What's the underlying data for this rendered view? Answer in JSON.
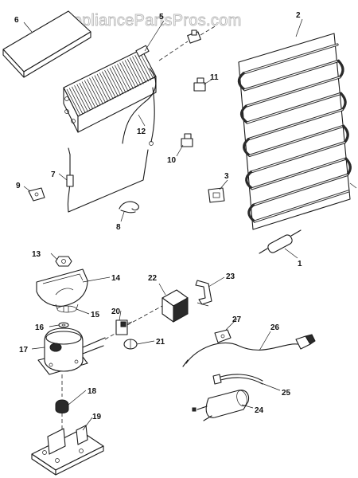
{
  "watermark": "AppliancePartsPros.com",
  "colors": {
    "line": "#1a1a1a",
    "watermark": "#b8b8b8",
    "background": "#ffffff"
  },
  "callouts": [
    "1",
    "2",
    "3",
    "5",
    "6",
    "7",
    "8",
    "9",
    "10",
    "11",
    "12",
    "13",
    "14",
    "15",
    "16",
    "17",
    "18",
    "19",
    "20",
    "21",
    "22",
    "23",
    "24",
    "25",
    "26",
    "27"
  ]
}
